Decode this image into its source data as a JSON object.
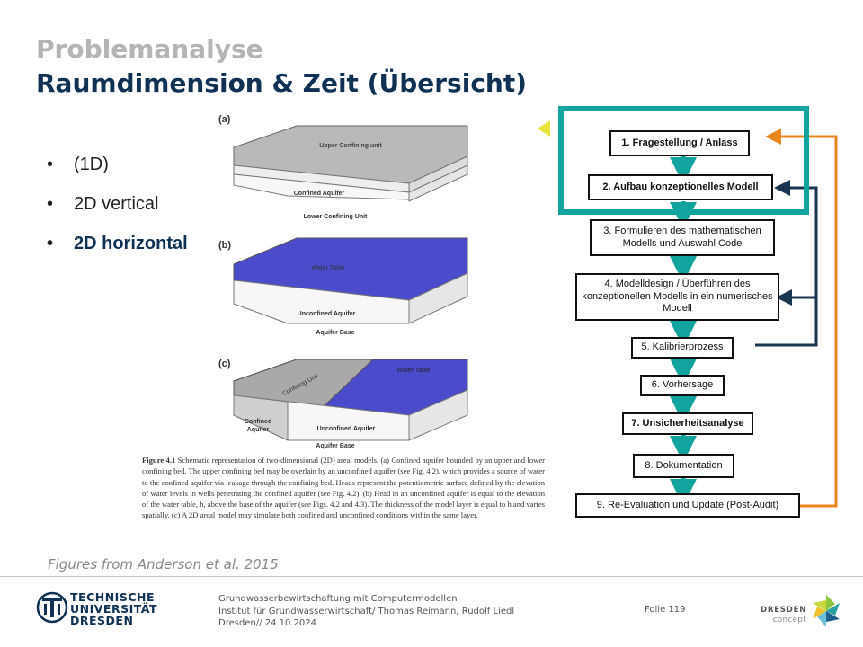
{
  "header": {
    "supertitle": "Problemanalyse",
    "title": "Raumdimension & Zeit (Übersicht)"
  },
  "bullets": [
    {
      "text": "(1D)",
      "bold": false
    },
    {
      "text": "2D vertical",
      "bold": false
    },
    {
      "text": "2D horizontal",
      "bold": true
    }
  ],
  "figure": {
    "panel_a": {
      "label": "(a)",
      "top_unit": "Upper Confining unit",
      "aquifer": "Confined Aquifer",
      "bottom_unit": "Lower Confining Unit"
    },
    "panel_b": {
      "label": "(b)",
      "surface": "Water Table",
      "aquifer": "Unconfined Aquifer",
      "base": "Aquifer Base"
    },
    "panel_c": {
      "label": "(c)",
      "confining": "Confining Unit",
      "surface": "Water Table",
      "confined": "Confined",
      "confined2": "Aquifer",
      "aquifer": "Unconfined Aquifer",
      "base": "Aquifer Base"
    },
    "caption_title": "Figure 4.1",
    "caption_body": "Schematic representation of two-dimensional (2D) areal models. (a) Confined aquifer bounded by an upper and lower confining bed. The upper confining bed may be overlain by an unconfined aquifer (see Fig. 4.2), which provides a source of water to the confined aquifer via leakage through the confining bed. Heads represent the potentiometric surface defined by the elevation of water levels in wells penetrating the confined aquifer (see Fig. 4.2). (b) Head in an unconfined aquifer is equal to the elevation of the water table, h, above the base of the aquifer (see Figs. 4.2 and 4.3). The thickness of the model layer is equal to h and varies spatially. (c) A 2D areal model may simulate both confined and unconfined conditions within the same layer."
  },
  "source": "Figures from Anderson et al. 2015",
  "flowchart": {
    "steps": [
      {
        "label": "1. Fragestellung / Anlass",
        "bold": true
      },
      {
        "label": "2. Aufbau konzeptionelles Modell",
        "bold": true
      },
      {
        "label": "3. Formulieren des mathematischen Modells und Auswahl Code",
        "bold": false
      },
      {
        "label": "4. Modelldesign / Überführen des konzeptionellen Modells in ein numerisches Modell",
        "bold": false
      },
      {
        "label": "5. Kalibrierprozess",
        "bold": false
      },
      {
        "label": "6. Vorhersage",
        "bold": false
      },
      {
        "label": "7. Unsicherheitsanalyse",
        "bold": true
      },
      {
        "label": "8. Dokumentation",
        "bold": false
      },
      {
        "label": "9. Re-Evaluation und Update (Post-Audit)",
        "bold": false
      }
    ]
  },
  "footer": {
    "university": [
      "TECHNISCHE",
      "UNIVERSITÄT",
      "DRESDEN"
    ],
    "course": "Grundwasserbewirtschaftung mit Computermodellen",
    "institute": "Institut für Grundwasserwirtschaft/ Thomas Reimann, Rudolf Liedl",
    "date": "Dresden// 24.10.2024",
    "slide": "Folie 119",
    "dc_line1": "DRESDEN",
    "dc_line2": "concept"
  },
  "colors": {
    "title": "#0f3153",
    "supertitle": "#b4b4b4",
    "teal": "#12a39e",
    "orange": "#e8871e",
    "navy": "#1a3550",
    "water_blue": "#4a4ccc",
    "highlight_arrow": "#e8e43a"
  }
}
